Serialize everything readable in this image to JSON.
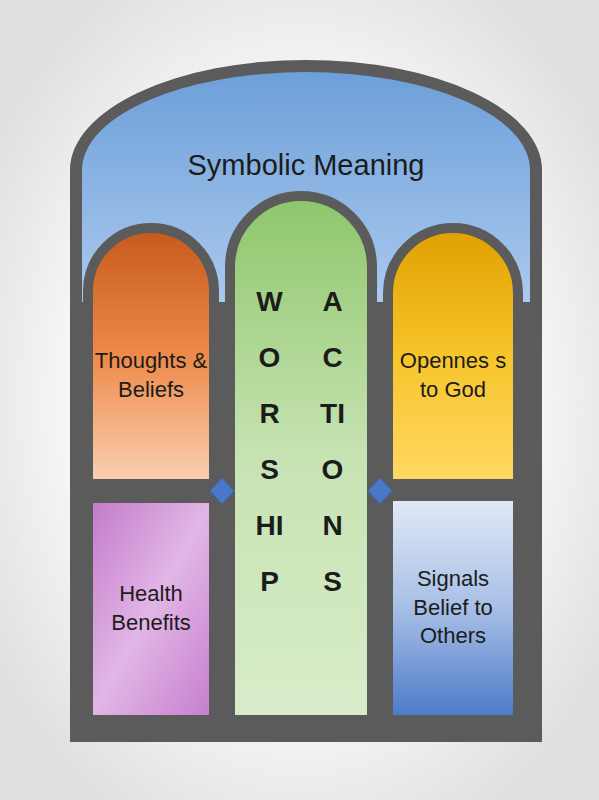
{
  "diagram": {
    "nodes": [
      {
        "text": [
          "Symbolic Meaning"
        ]
      },
      {
        "text": [
          "Thoughts & Beliefs"
        ]
      },
      {
        "text": [
          "WORSHIP",
          "ACTIONS"
        ]
      },
      {
        "text": [
          "Opennes s to God"
        ]
      },
      {
        "text": [
          "Health Benefits"
        ]
      },
      {
        "text": [
          "Signals Belief to Others"
        ]
      }
    ]
  }
}
